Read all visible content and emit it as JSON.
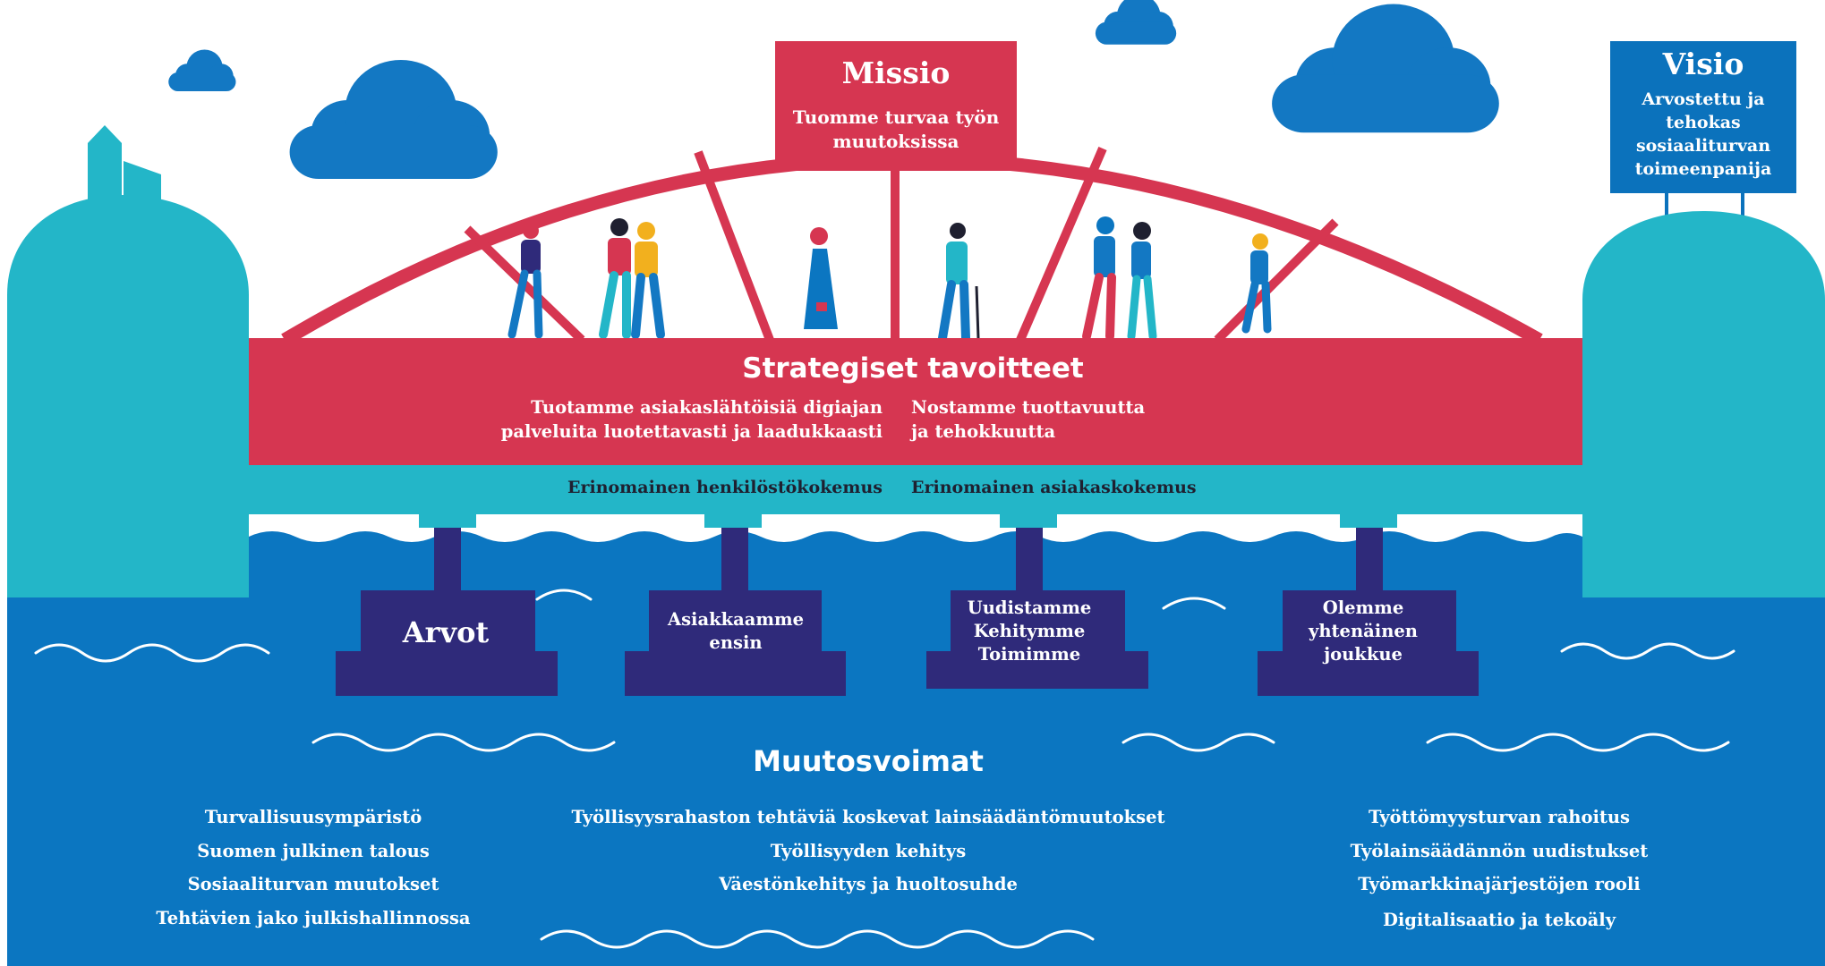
{
  "missio": {
    "title": "Missio",
    "text_line1": "Tuomme turvaa työn",
    "text_line2": "muutoksissa"
  },
  "visio": {
    "title": "Visio",
    "lines": [
      "Arvostettu ja",
      "tehokas",
      "sosiaaliturvan",
      "toimeenpanija"
    ]
  },
  "strategy": {
    "title": "Strategiset tavoitteet",
    "goal_left_line1": "Tuotamme asiakaslähtöisiä digiajan",
    "goal_left_line2": "palveluita luotettavasti ja laadukkaasti",
    "goal_right_line1": "Nostamme tuottavuutta",
    "goal_right_line2": "ja tehokkuutta",
    "experience_left": "Erinomainen henkilöstökokemus",
    "experience_right": "Erinomainen asiakaskokemus"
  },
  "values": {
    "title": "Arvot",
    "items": [
      [
        "Asiakkaamme",
        "ensin"
      ],
      [
        "Uudistamme",
        "Kehitymme",
        "Toimimme"
      ],
      [
        "Olemme",
        "yhtenäinen",
        "joukkue"
      ]
    ]
  },
  "forces": {
    "title": "Muutosvoimat",
    "left": [
      "Turvallisuusympäristö",
      "Suomen julkinen talous",
      "Sosiaaliturvan muutokset",
      "Tehtävien jako julkishallinnossa"
    ],
    "middle": [
      "Työllisyysrahaston tehtäviä koskevat lainsäädäntömuutokset",
      "Työllisyyden kehitys",
      "Väestönkehitys ja huoltosuhde"
    ],
    "right": [
      "Työttömyysturvan rahoitus",
      "Työlainsäädännön uudistukset",
      "Työmarkkinajärjestöjen rooli",
      "Digitalisaatio ja tekoäly"
    ]
  },
  "colors": {
    "bridge_red": "#d63651",
    "teal": "#23b6c8",
    "water_blue": "#0b76c1",
    "cloud_blue": "#1378c3",
    "navy": "#2f2a7a",
    "visio_blue": "#0b72bc"
  }
}
